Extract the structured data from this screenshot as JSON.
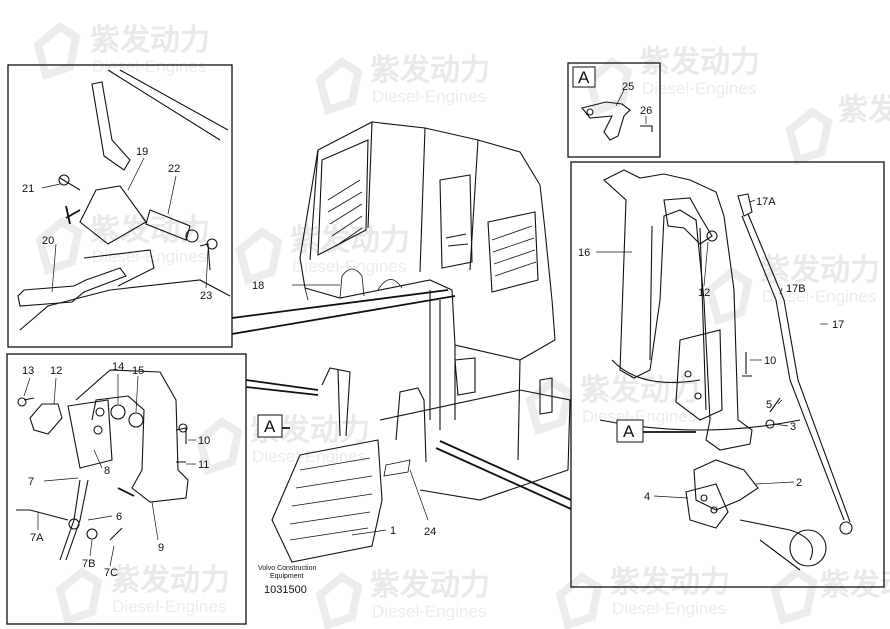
{
  "watermark": {
    "brand_cn": "紫发动力",
    "brand_en": "Diesel-Engines"
  },
  "credit": {
    "line1": "Volvo Construction",
    "line2": "Equipment"
  },
  "diagram_number": "1031500",
  "detail_box_letter": "A",
  "callouts": {
    "c1": "1",
    "c2": "2",
    "c3": "3",
    "c4": "4",
    "c5": "5",
    "c6": "6",
    "c7": "7",
    "c7A": "7A",
    "c7B": "7B",
    "c7C": "7C",
    "c8": "8",
    "c9": "9",
    "c10a": "10",
    "c10b": "10",
    "c11": "11",
    "c12a": "12",
    "c12b": "12",
    "c13": "13",
    "c14": "14",
    "c15": "15",
    "c16": "16",
    "c17": "17",
    "c17A": "17A",
    "c17B": "17B",
    "c18": "18",
    "c19": "19",
    "c20": "20",
    "c21": "21",
    "c22": "22",
    "c23": "23",
    "c24": "24",
    "c25": "25",
    "c26": "26"
  }
}
